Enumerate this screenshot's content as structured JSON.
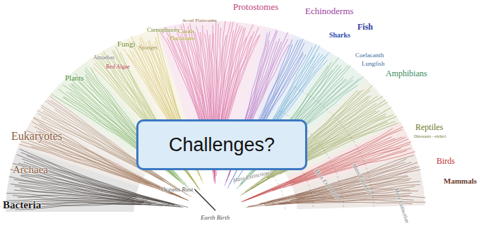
{
  "diagram": {
    "nodes": [
      {
        "text": [
          "Challenges?"
        ]
      }
    ],
    "labels": [
      "Bacteria",
      "Archaea",
      "Eukaryotes",
      "Plants",
      "Fungi",
      "Amoebas",
      "Red Algae",
      "Sponges",
      "Ctenophores",
      "Placozoans",
      "Corals",
      "Acoel Flatworms",
      "Protostomes",
      "Echinoderms",
      "Sharks",
      "Fish",
      "Coelacanth",
      "Lungfish",
      "Amphibians",
      "Reptiles",
      "Birds",
      "Mammals",
      "Oceans Rust",
      "Earth Birth",
      "Mass Extinction",
      "Mass Extinction",
      "Mass Extinction",
      "Mass Extinction",
      "Dinosaurs - extinct"
    ]
  }
}
